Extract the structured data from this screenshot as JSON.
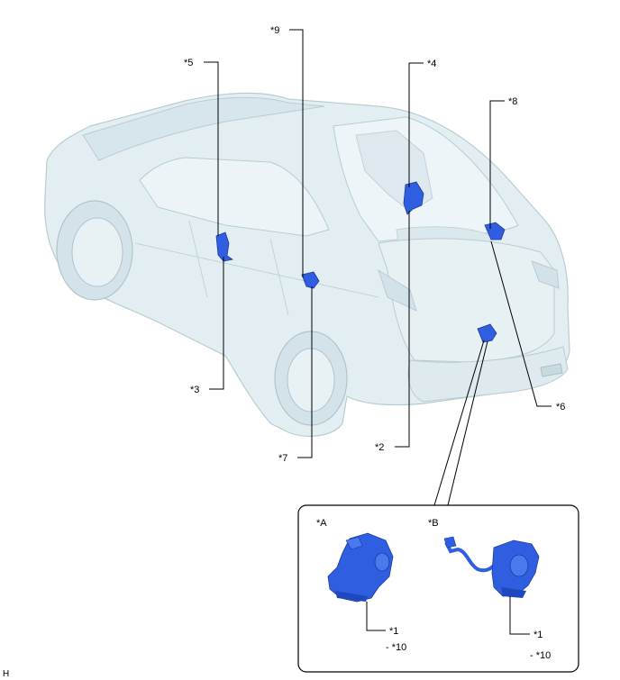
{
  "callouts": {
    "c1": "*1",
    "c2": "*2",
    "c3": "*3",
    "c4": "*4",
    "c5": "*5",
    "c6": "*6",
    "c7": "*7",
    "c8": "*8",
    "c9": "*9",
    "c10": "- *10"
  },
  "inset": {
    "a_label": "*A",
    "b_label": "*B"
  },
  "corner_mark": "H",
  "colors": {
    "part_blue": "#2f5fe0",
    "body_fill": "#e3eef2",
    "body_stroke": "#b9ccd3",
    "line": "#000000"
  }
}
